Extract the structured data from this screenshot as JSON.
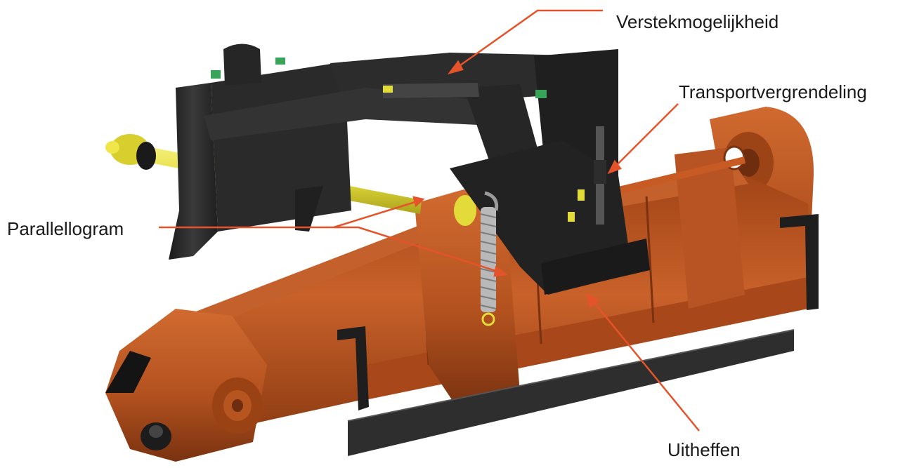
{
  "labels": {
    "miter": "Verstekmogelijkheid",
    "transport_lock": "Transportvergrendeling",
    "parallelogram": "Parallellogram",
    "lift": "Uitheffen"
  },
  "colors": {
    "mower_body": "#b4521f",
    "mower_shadow": "#7a3210",
    "mower_highlight": "#d06a30",
    "frame": "#232323",
    "frame_highlight": "#3a3a3a",
    "pto_shaft": "#e3db3a",
    "brush": "#3a3a3a",
    "arrow": "#e5532a",
    "spring": "#b9b9b9",
    "fitting_green": "#3aa35a"
  }
}
